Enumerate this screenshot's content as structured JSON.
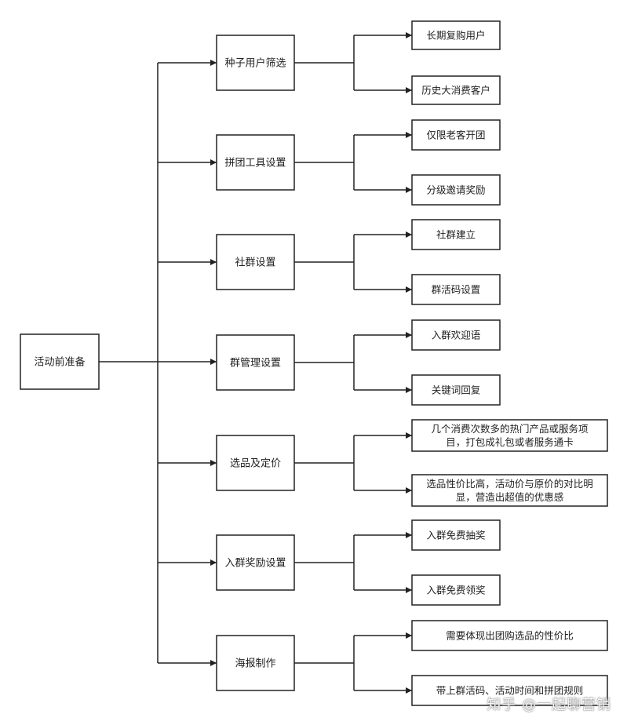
{
  "root": {
    "label": "活动前准备"
  },
  "branches": [
    {
      "label": "种子用户筛选",
      "children": [
        [
          "长期复购用户"
        ],
        [
          "历史大消费客户"
        ]
      ]
    },
    {
      "label": "拼团工具设置",
      "children": [
        [
          "仅限老客开团"
        ],
        [
          "分级邀请奖励"
        ]
      ]
    },
    {
      "label": "社群设置",
      "children": [
        [
          "社群建立"
        ],
        [
          "群活码设置"
        ]
      ]
    },
    {
      "label": "群管理设置",
      "children": [
        [
          "入群欢迎语"
        ],
        [
          "关键词回复"
        ]
      ]
    },
    {
      "label": "选品及定价",
      "children": [
        [
          "几个消费次数多的热门产品或服务项",
          "目，打包成礼包或者服务通卡"
        ],
        [
          "选品性价比高，活动价与原价的对比明",
          "显，营造出超值的优惠感"
        ]
      ]
    },
    {
      "label": "入群奖励设置",
      "children": [
        [
          "入群免费抽奖"
        ],
        [
          "入群免费领奖"
        ]
      ]
    },
    {
      "label": "海报制作",
      "children": [
        [
          "需要体现出团购选品的性价比"
        ],
        [
          "带上群活码、活动时间和拼团规则"
        ]
      ]
    }
  ],
  "watermark": "知乎 @一起聊营销",
  "colors": {
    "line": "#222222",
    "box_border": "#222222",
    "box_fill": "#ffffff"
  }
}
